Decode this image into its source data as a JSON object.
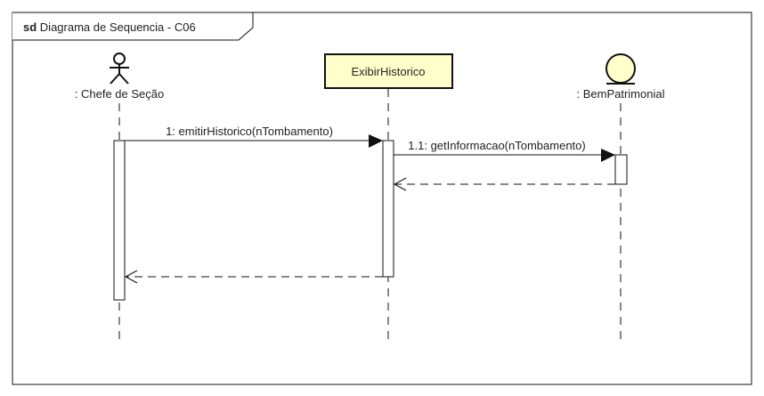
{
  "frame": {
    "keyword": "sd",
    "title": "Diagrama de Sequencia - C06"
  },
  "lifelines": {
    "actor": {
      "name": ": Chefe de Seção",
      "kind": "actor"
    },
    "control": {
      "name": "ExibirHistorico",
      "kind": "class-box",
      "fill": "#ffffcc"
    },
    "entity": {
      "name": ": BemPatrimonial",
      "kind": "entity",
      "fill": "#ffffcc"
    }
  },
  "messages": {
    "m1": {
      "label": "1: emitirHistorico(nTombamento)",
      "type": "synchronous"
    },
    "m2": {
      "label": "1.1: getInformacao(nTombamento)",
      "type": "synchronous"
    },
    "r2": {
      "label": "",
      "type": "return"
    },
    "r1": {
      "label": "",
      "type": "return"
    }
  },
  "colors": {
    "line": "#111111",
    "note_fill": "#ffffcc",
    "activation_fill": "#ffffff"
  }
}
